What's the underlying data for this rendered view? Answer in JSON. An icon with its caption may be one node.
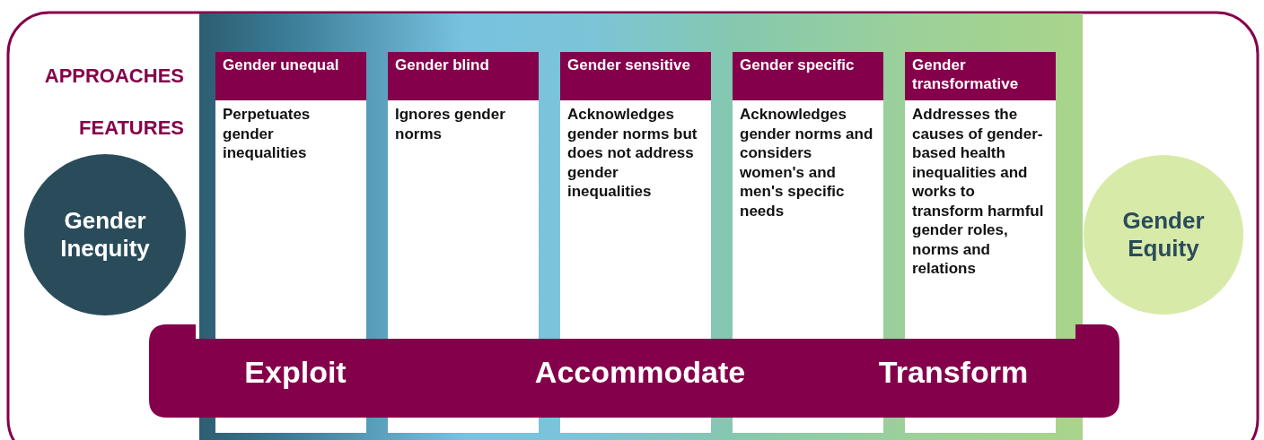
{
  "diagram": {
    "nodes": [
      {
        "text": [
          "Gender Inequity"
        ]
      },
      {
        "text": [
          "Gender unequal",
          "Perpetuates gender inequalities"
        ]
      },
      {
        "text": [
          "Gender blind",
          "Ignores gender norms"
        ]
      },
      {
        "text": [
          "Gender sensitive",
          "Acknowledges gender norms but does not address gender inequalities"
        ]
      },
      {
        "text": [
          "Gender specific",
          "Acknowledges gender norms and considers women's and men's specific needs"
        ]
      },
      {
        "text": [
          "Gender transformative",
          "Addresses the causes of gender-based health inequalities and works to transform harmful gender roles, norms and relations"
        ]
      },
      {
        "text": [
          "Gender Equity"
        ]
      },
      {
        "text": [
          "Exploit",
          "Accommodate",
          "Transform"
        ]
      }
    ],
    "edges": [],
    "labels": [
      "APPROACHES",
      "FEATURES"
    ]
  }
}
